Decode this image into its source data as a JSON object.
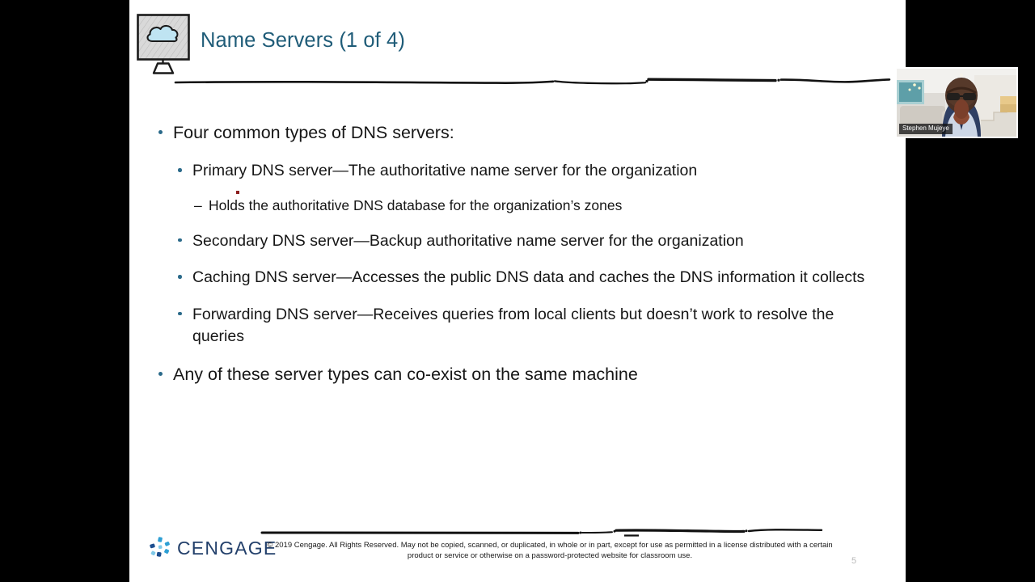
{
  "slide": {
    "title": "Name Servers (1 of 4)",
    "title_color": "#1f5c78",
    "title_icon": "monitor-cloud-icon",
    "number": "5",
    "bullets": {
      "lead": "Four common types of DNS servers:",
      "primary": "Primary DNS server—The authoritative name server for the organization",
      "primary_sub": "Holds the authoritative DNS database for the organization’s zones",
      "secondary": "Secondary DNS server—Backup authoritative name server for the organization",
      "caching": "Caching DNS server—Accesses the public DNS data and caches the DNS information it collects",
      "forwarding": "Forwarding DNS server—Receives queries from local clients but doesn’t work to resolve the queries",
      "coexist": "Any of these server types can co-exist on the same machine"
    },
    "footer": {
      "logo_word": "CENGAGE",
      "logo_mark": "cengage-dots-logo",
      "copyright_line1": "© 2019 Cengage. All Rights Reserved. May not be copied, scanned, or duplicated, in whole or in part, except for use as permitted in a license",
      "copyright_line2": "distributed with a certain product or service or otherwise on a password-protected website for classroom use."
    },
    "accent_bullet_color": "#2b6a8a",
    "annotation_color": "#111111",
    "annotation_dot_color": "#8c1f1f"
  },
  "webcam": {
    "participant_name": "Stephen Mujeye"
  }
}
